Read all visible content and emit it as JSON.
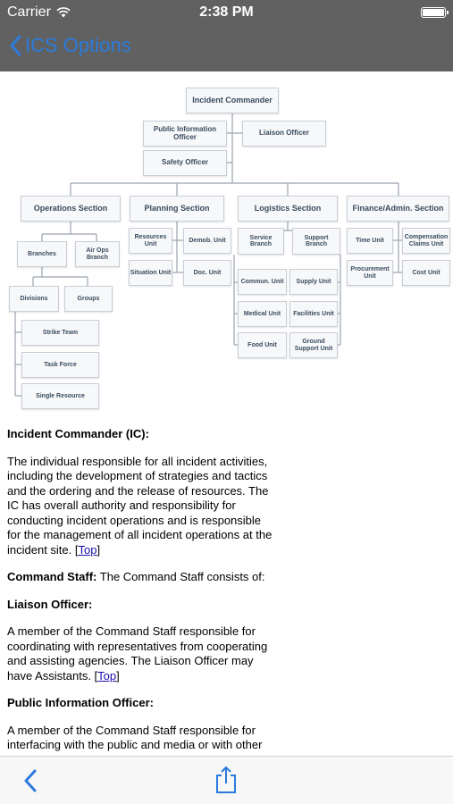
{
  "status_bar": {
    "carrier": "Carrier",
    "time": "2:38 PM"
  },
  "nav": {
    "back_label": "ICS Options"
  },
  "org_chart": {
    "incident_commander": "Incident Commander",
    "public_information_officer": "Public Information Officer",
    "liaison_officer": "Liaison Officer",
    "safety_officer": "Safety Officer",
    "operations_section": "Operations Section",
    "planning_section": "Planning Section",
    "logistics_section": "Logistics Section",
    "finance_section": "Finance/Admin. Section",
    "branches": "Branches",
    "air_ops_branch": "Air Ops Branch",
    "divisions": "Divisions",
    "groups": "Groups",
    "strike_team": "Strike Team",
    "task_force": "Task Force",
    "single_resource": "Single Resource",
    "resources_unit": "Resources Unit",
    "demob_unit": "Demob. Unit",
    "situation_unit": "Situation Unit",
    "doc_unit": "Doc. Unit",
    "service_branch": "Service Branch",
    "support_branch": "Support Branch",
    "commun_unit": "Commun. Unit",
    "medical_unit": "Medical Unit",
    "food_unit": "Food Unit",
    "supply_unit": "Supply Unit",
    "facilities_unit": "Facilities Unit",
    "ground_support_unit": "Ground Support Unit",
    "time_unit": "Time Unit",
    "compensation_claims_unit": "Compensation Claims Unit",
    "procurement_unit": "Procurement Unit",
    "cost_unit": "Cost Unit"
  },
  "article": {
    "ic_heading": "Incident Commander (IC):",
    "ic_body": "The individual responsible for all incident activities, including the development of strategies and tactics and the ordering and the release of resources. The IC has overall authority and responsibility for conducting incident operations and is responsible for the management of all incident operations at the incident site. [",
    "top_link_1": "Top",
    "bracket_close_1": "]",
    "command_staff_heading": "Command Staff:",
    "command_staff_body": " The Command Staff consists of:",
    "liaison_heading": "Liaison Officer:",
    "liaison_body": "A member of the Command Staff responsible for coordinating with representatives from cooperating and assisting agencies. The Liaison Officer may have Assistants. [",
    "top_link_2": "Top",
    "bracket_close_2": "]",
    "pio_heading": "Public Information Officer:",
    "pio_body": "A member of the Command Staff responsible for interfacing with the public and media or with other"
  },
  "colors": {
    "nav_bg": "#616161",
    "accent": "#2b7bdc",
    "link": "#1a0dab"
  },
  "icons": {
    "back": "chevron-left-icon",
    "share": "share-icon",
    "wifi": "wifi-icon",
    "battery": "battery-icon"
  }
}
